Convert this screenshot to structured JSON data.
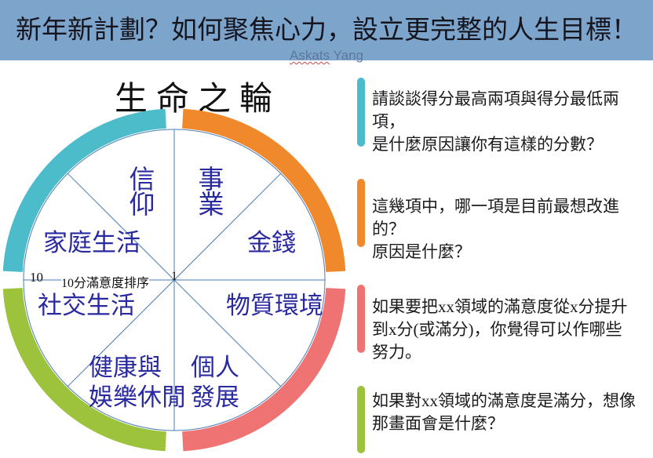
{
  "slide": {
    "title": "新年新計劃？如何聚焦心力，設立更完整的人生目標！",
    "author_first": "Askats",
    "author_last": " Yang",
    "header_bg": "#7DA4CA",
    "title_color": "#15151F",
    "author_color": "#5B79A1"
  },
  "wheel": {
    "title": "生命之輪",
    "center_score": "1",
    "rim_score": "10",
    "center_note": "10分滿意度排序",
    "label_color": "#2A2AA0",
    "line_color": "#4A7DB5",
    "segments": [
      {
        "label": "事\n業"
      },
      {
        "label": "金錢"
      },
      {
        "label": "物質環境"
      },
      {
        "label": "個人\n發展"
      },
      {
        "label": "健康與\n娛樂休閒"
      },
      {
        "label": "社交生活"
      },
      {
        "label": "家庭生活"
      },
      {
        "label": "信\n仰"
      }
    ],
    "arcs": [
      {
        "name": "top-left-arc",
        "color": "#4CBCCB"
      },
      {
        "name": "top-right-arc",
        "color": "#F0882C"
      },
      {
        "name": "bottom-right-arc",
        "color": "#EE7372"
      },
      {
        "name": "bottom-left-arc",
        "color": "#9DC23C"
      }
    ]
  },
  "questions": [
    {
      "color": "#4CBCCB",
      "text": "請談談得分最高兩項與得分最低兩項，\n是什麼原因讓你有這樣的分數？"
    },
    {
      "color": "#F0882C",
      "text": "這幾項中，哪一項是目前最想改進的？\n原因是什麼？"
    },
    {
      "color": "#EE7372",
      "text": "如果要把xx領域的滿意度從x分提升\n到x分(或滿分)，你覺得可以作哪些\n努力。"
    },
    {
      "color": "#9DC23C",
      "text": "如果對xx領域的滿意度是滿分，想像\n那畫面會是什麼？"
    }
  ]
}
